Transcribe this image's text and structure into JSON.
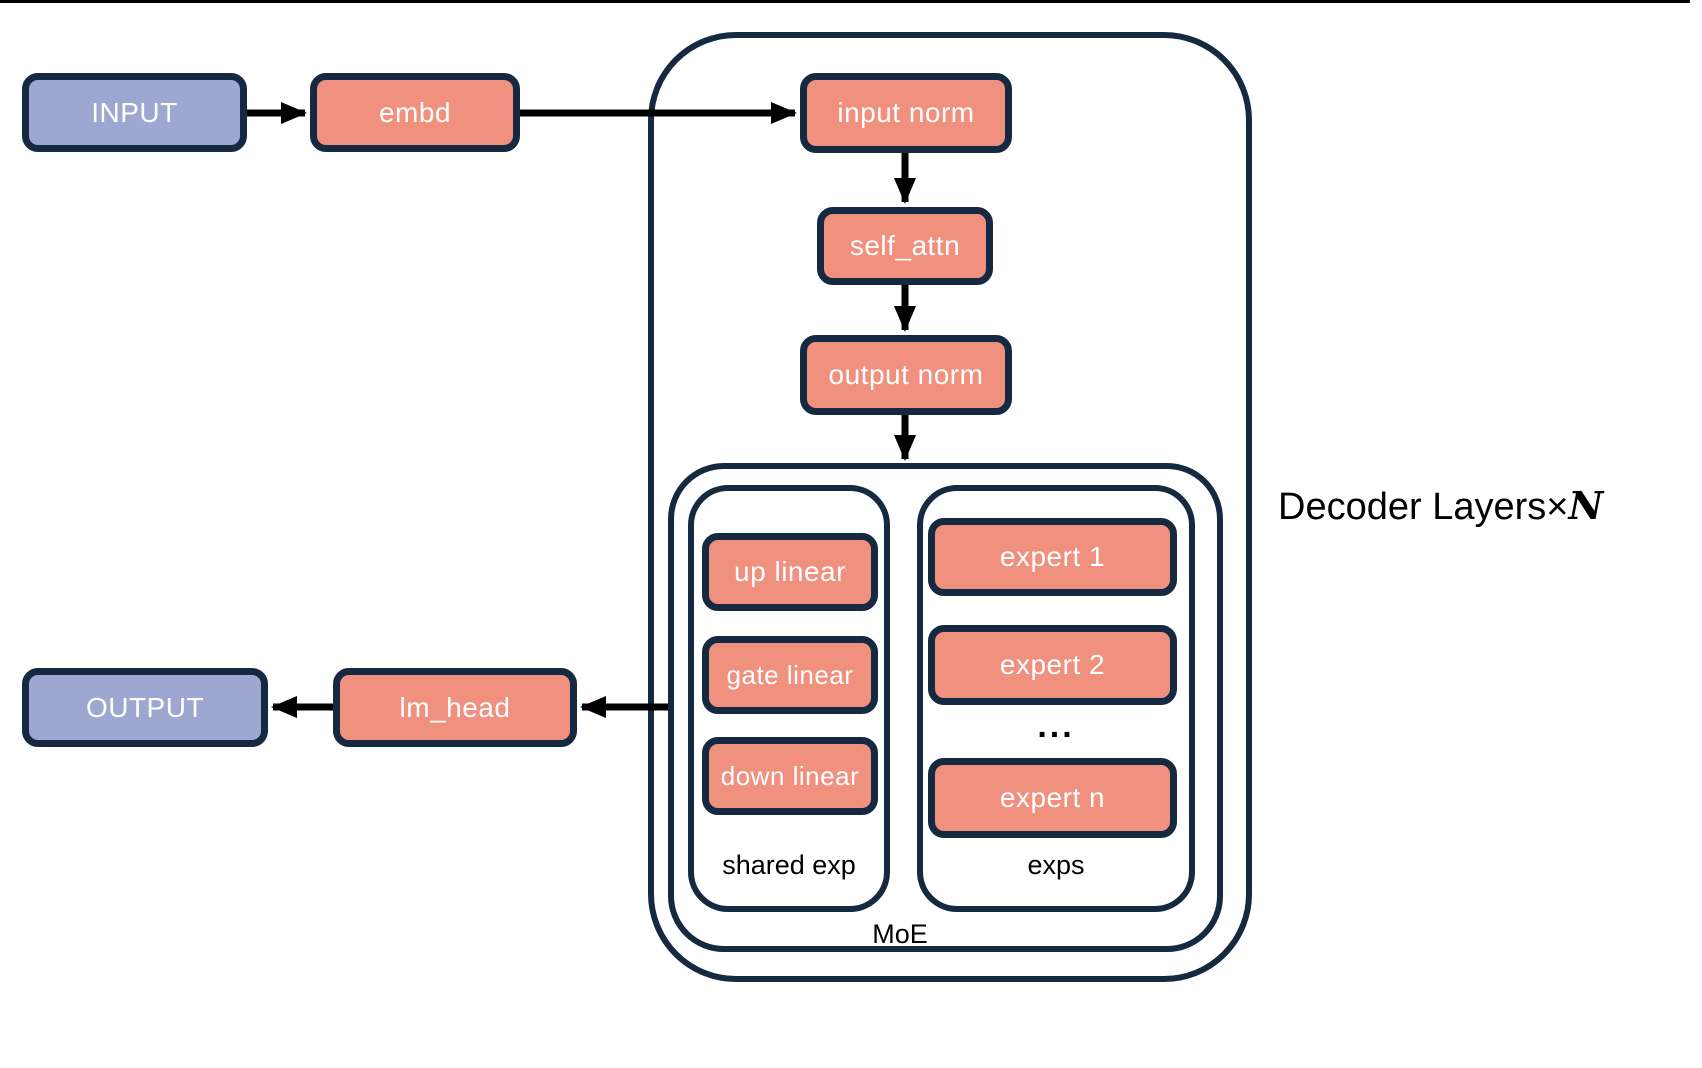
{
  "diagram": {
    "io_nodes": {
      "input": "INPUT",
      "output": "OUTPUT"
    },
    "module_nodes": {
      "embd": "embd",
      "input_norm": "input norm",
      "self_attn": "self_attn",
      "output_norm": "output norm",
      "up_linear": "up linear",
      "gate_linear": "gate linear",
      "down_linear": "down linear",
      "expert_1": "expert 1",
      "expert_2": "expert 2",
      "expert_n": "expert n",
      "lm_head": "lm_head"
    },
    "container_labels": {
      "shared_exp": "shared exp",
      "exps": "exps",
      "moe": "MoE"
    },
    "ellipsis": "...",
    "decoder_label": {
      "prefix": "Decoder Layers",
      "times": "×",
      "n": "N"
    },
    "colors": {
      "module_fill": "#F0907E",
      "io_fill": "#9EA7D1",
      "outline": "#152940",
      "arrow": "#000000"
    }
  }
}
